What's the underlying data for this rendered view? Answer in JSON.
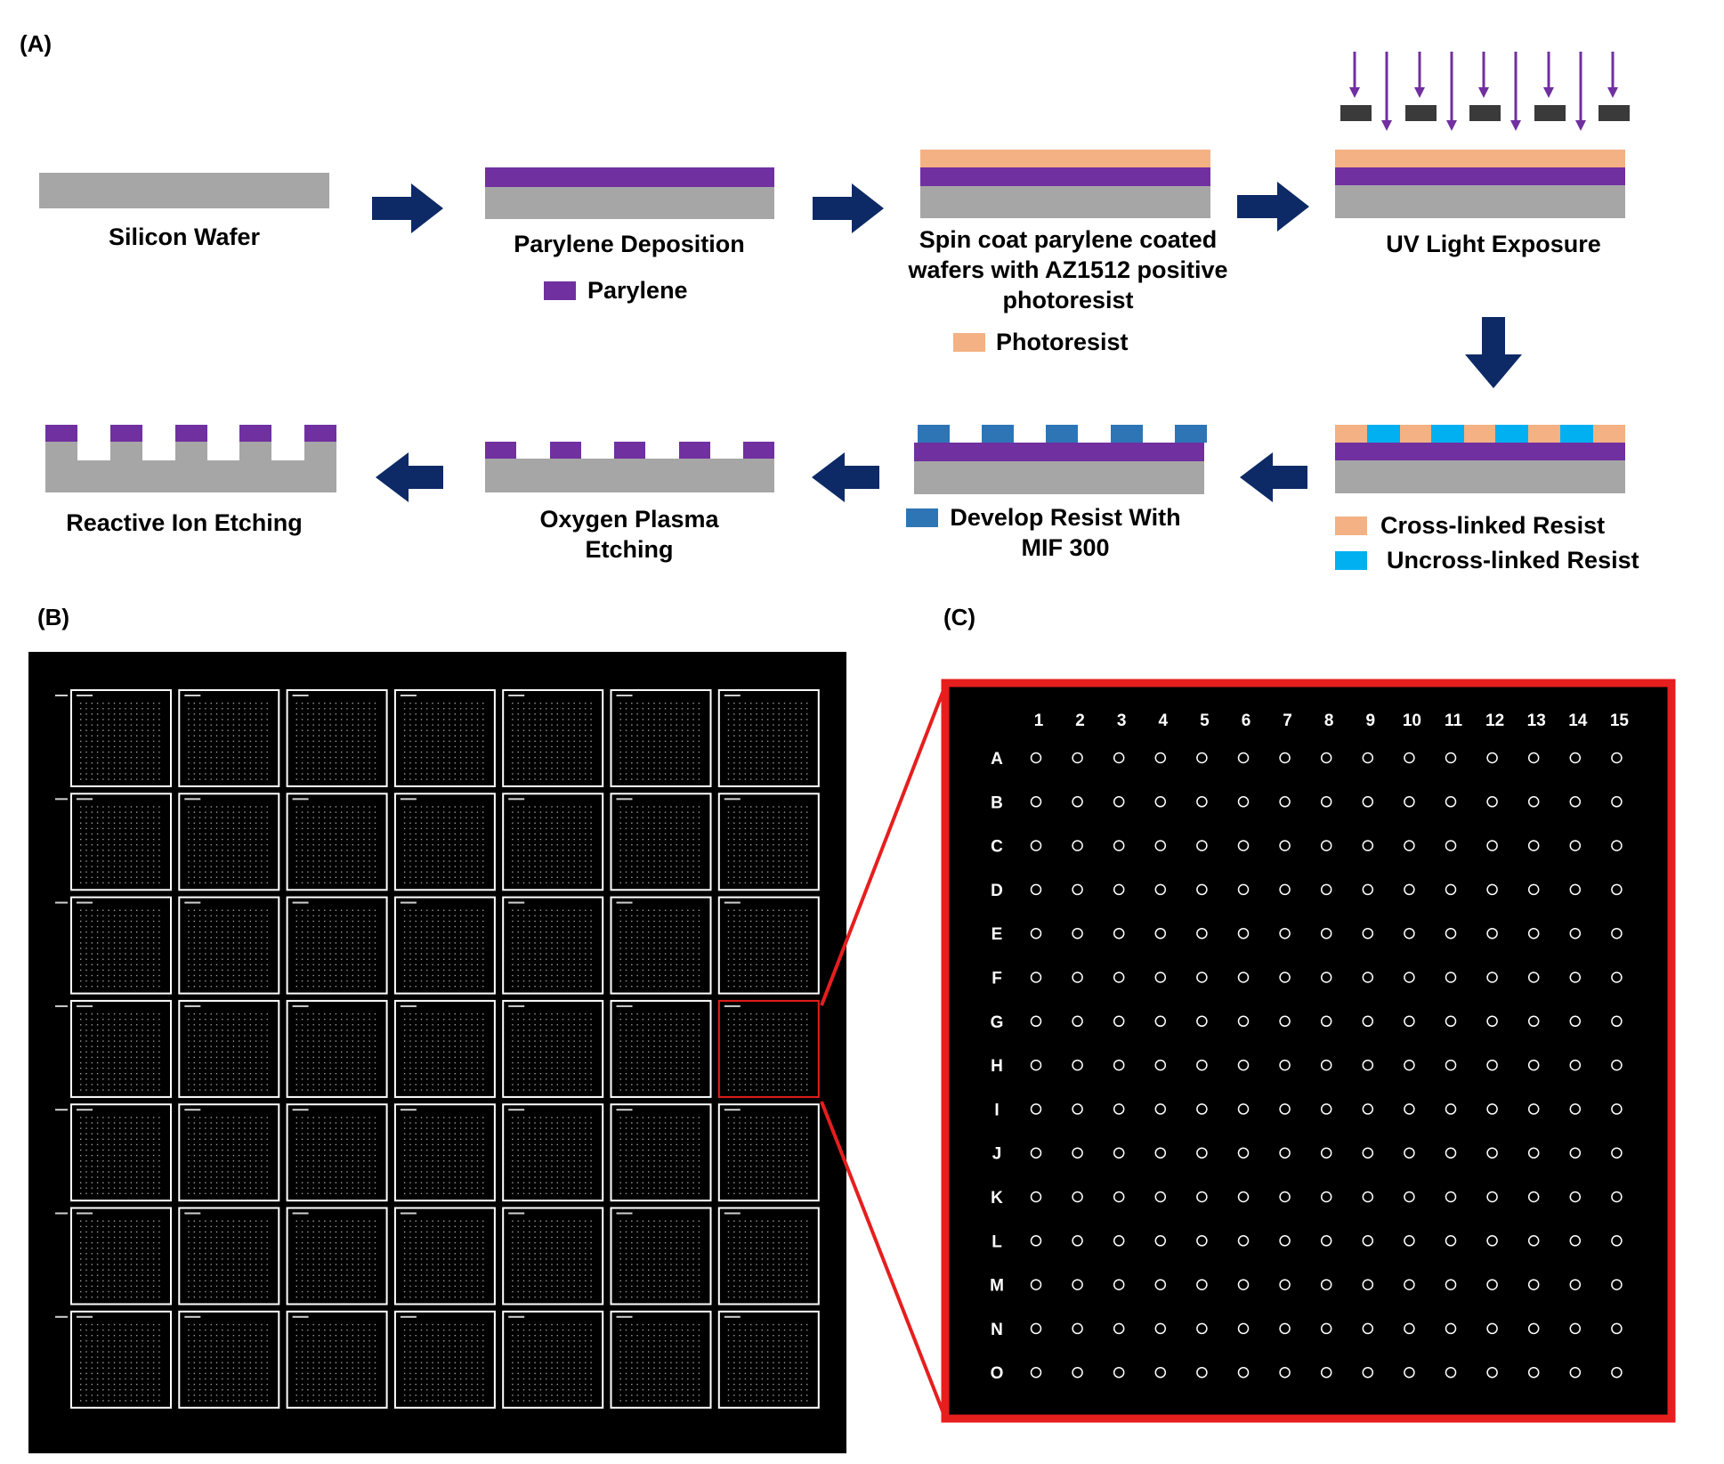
{
  "panels": {
    "a": "(A)",
    "b": "(B)",
    "c": "(C)"
  },
  "colors": {
    "silicon": "#a6a6a6",
    "parylene": "#7030a0",
    "photoresist": "#f4b183",
    "uncrosslinked": "#00b0f0",
    "developed_resist": "#2e75b6",
    "mask": "#3a3a3a",
    "uv_arrow": "#7030a0",
    "process_arrow": "#0d2a66",
    "highlight": "#e61e1e"
  },
  "steps": {
    "silicon_wafer": "Silicon Wafer",
    "parylene_deposition": "Parylene Deposition",
    "spin_coat": [
      "Spin coat parylene coated",
      "wafers with AZ1512 positive",
      "photoresist"
    ],
    "uv_exposure": "UV Light Exposure",
    "develop": [
      "Develop Resist With",
      "MIF 300"
    ],
    "oxygen_plasma": [
      "Oxygen Plasma",
      "Etching"
    ],
    "reactive_ion": "Reactive Ion Etching"
  },
  "legends": {
    "parylene": "Parylene",
    "photoresist": "Photoresist",
    "crosslinked": "Cross-linked Resist",
    "uncrosslinked": "Uncross-linked Resist"
  },
  "wafer_layout": {
    "rows": 7,
    "cols": 7,
    "highlighted_row": 4,
    "highlighted_col": 7
  },
  "array_grid": {
    "columns": [
      "1",
      "2",
      "3",
      "4",
      "5",
      "6",
      "7",
      "8",
      "9",
      "10",
      "11",
      "12",
      "13",
      "14",
      "15"
    ],
    "rows": [
      "A",
      "B",
      "C",
      "D",
      "E",
      "F",
      "G",
      "H",
      "I",
      "J",
      "K",
      "L",
      "M",
      "N",
      "O"
    ]
  }
}
